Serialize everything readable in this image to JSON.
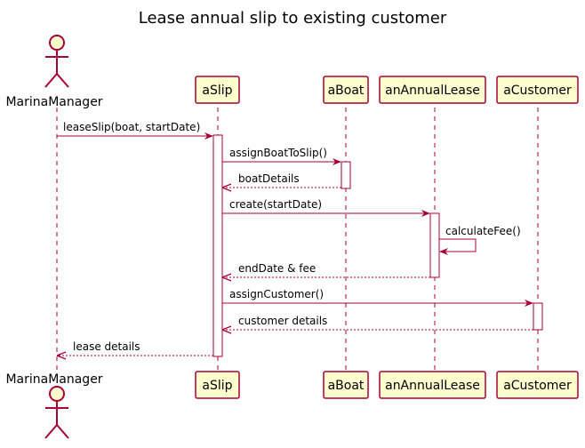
{
  "diagram": {
    "title": "Lease annual slip to existing customer",
    "actor": {
      "name": "MarinaManager"
    },
    "participants": [
      "aSlip",
      "aBoat",
      "anAnnualLease",
      "aCustomer"
    ],
    "messages": [
      {
        "label": "leaseSlip(boat, startDate)",
        "from": "MarinaManager",
        "to": "aSlip",
        "kind": "sync"
      },
      {
        "label": "assignBoatToSlip()",
        "from": "aSlip",
        "to": "aBoat",
        "kind": "sync"
      },
      {
        "label": "boatDetails",
        "from": "aBoat",
        "to": "aSlip",
        "kind": "return"
      },
      {
        "label": "create(startDate)",
        "from": "aSlip",
        "to": "anAnnualLease",
        "kind": "sync"
      },
      {
        "label": "calculateFee()",
        "from": "anAnnualLease",
        "to": "anAnnualLease",
        "kind": "self"
      },
      {
        "label": "endDate & fee",
        "from": "anAnnualLease",
        "to": "aSlip",
        "kind": "return"
      },
      {
        "label": "assignCustomer()",
        "from": "aSlip",
        "to": "aCustomer",
        "kind": "sync"
      },
      {
        "label": "customer details",
        "from": "aCustomer",
        "to": "aSlip",
        "kind": "return"
      },
      {
        "label": "lease details",
        "from": "aSlip",
        "to": "MarinaManager",
        "kind": "return"
      }
    ]
  }
}
